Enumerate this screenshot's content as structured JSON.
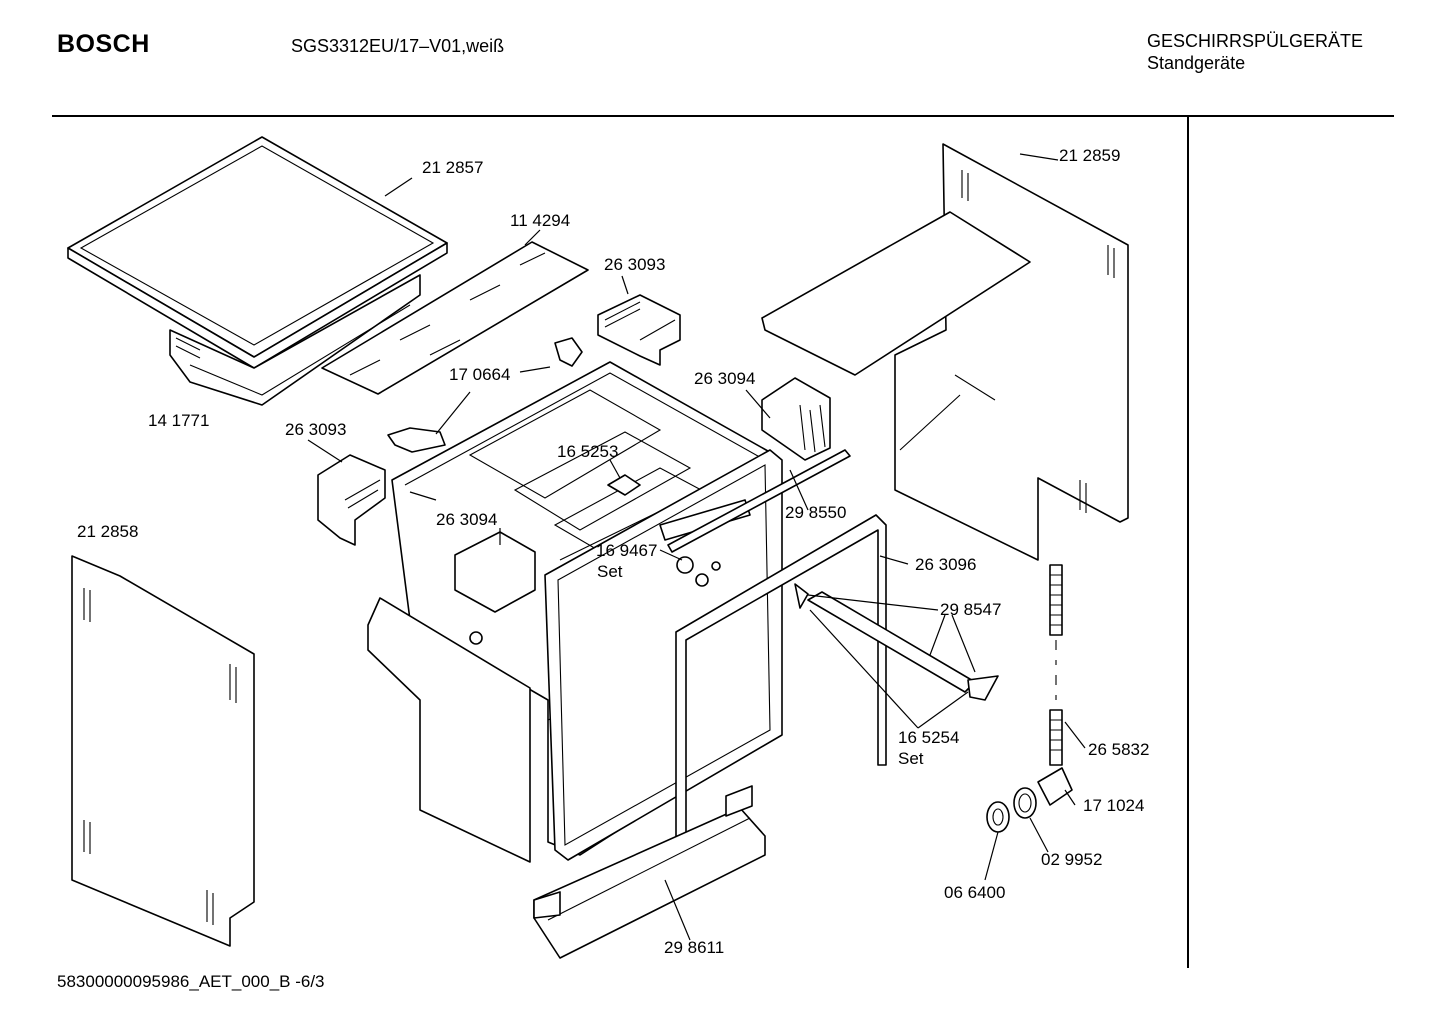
{
  "header": {
    "brand": "BOSCH",
    "model": "SGS3312EU/17–V01,weiß",
    "category_line1": "GESCHIRRSPÜLGERÄTE",
    "category_line2": "Standgeräte"
  },
  "footer": {
    "doc_id": "58300000095986_AET_000_B  -6/3"
  },
  "parts": {
    "p_212857": "21 2857",
    "p_114294": "11 4294",
    "p_263093_top": "26 3093",
    "p_170664": "17 0664",
    "p_141771": "14 1771",
    "p_263094_top": "26 3094",
    "p_263093_left": "26 3093",
    "p_165253": "16 5253",
    "p_263094_mid": "26 3094",
    "p_298550": "29 8550",
    "p_212858": "21 2858",
    "p_169467": "16 9467",
    "p_169467_set": "Set",
    "p_263096": "26 3096",
    "p_298547": "29 8547",
    "p_165254": "16 5254",
    "p_165254_set": "Set",
    "p_212859": "21 2859",
    "p_265832": "26 5832",
    "p_171024": "17 1024",
    "p_029952": "02 9952",
    "p_066400": "06 6400",
    "p_298611": "29 8611"
  }
}
